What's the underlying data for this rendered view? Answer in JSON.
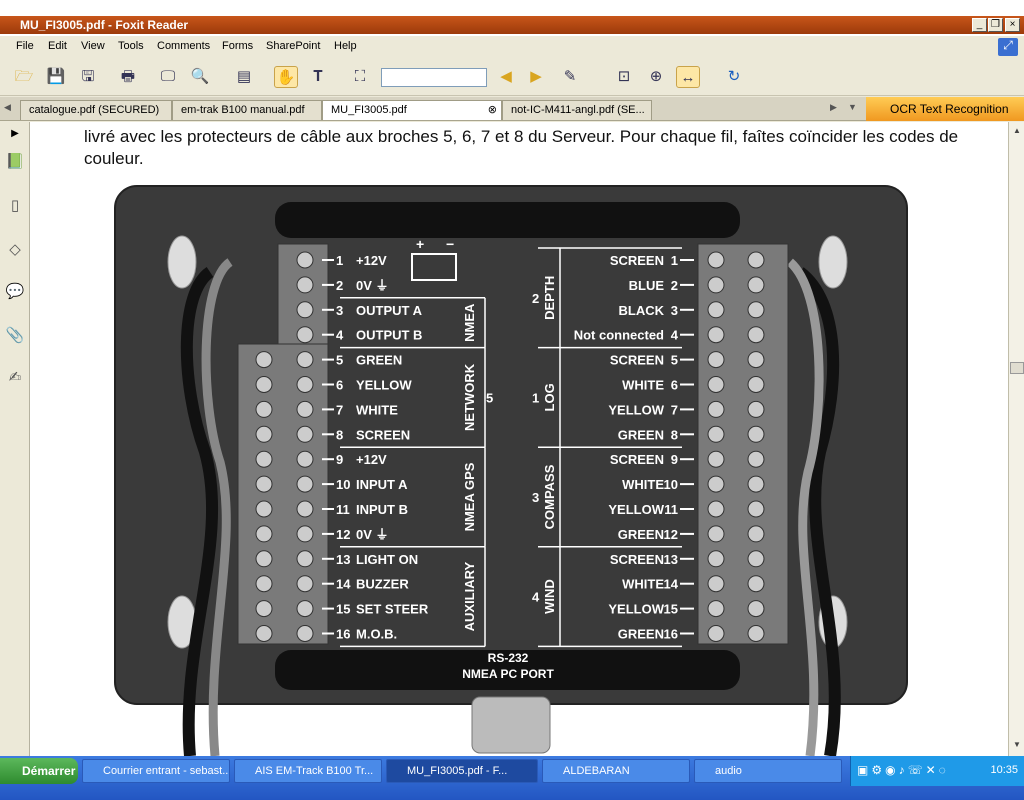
{
  "window": {
    "title": "MU_FI3005.pdf - Foxit Reader"
  },
  "menu": [
    "File",
    "Edit",
    "View",
    "Tools",
    "Comments",
    "Forms",
    "SharePoint",
    "Help"
  ],
  "search": {
    "value": ""
  },
  "tabs": [
    "catalogue.pdf (SECURED)",
    "em-trak B100 manual.pdf",
    "MU_FI3005.pdf",
    "not-IC-M411-angl.pdf (SE..."
  ],
  "ocr_label": "OCR Text Recognition",
  "document": {
    "paragraph": "livré avec les protecteurs de câble aux broches 5, 6, 7 et 8 du Serveur. Pour chaque fil, faîtes coïncider les codes de couleur."
  },
  "diagram": {
    "power": {
      "plus": "+",
      "minus": "−"
    },
    "left_pins": [
      {
        "num": "1",
        "label": "+12V"
      },
      {
        "num": "2",
        "label": "0V ⏚"
      },
      {
        "num": "3",
        "label": "OUTPUT A"
      },
      {
        "num": "4",
        "label": "OUTPUT B"
      },
      {
        "num": "5",
        "label": "GREEN"
      },
      {
        "num": "6",
        "label": "YELLOW"
      },
      {
        "num": "7",
        "label": "WHITE"
      },
      {
        "num": "8",
        "label": "SCREEN"
      },
      {
        "num": "9",
        "label": "+12V"
      },
      {
        "num": "10",
        "label": "INPUT A"
      },
      {
        "num": "11",
        "label": "INPUT B"
      },
      {
        "num": "12",
        "label": "0V ⏚"
      },
      {
        "num": "13",
        "label": "LIGHT ON"
      },
      {
        "num": "14",
        "label": "BUZZER"
      },
      {
        "num": "15",
        "label": "SET STEER"
      },
      {
        "num": "16",
        "label": "M.O.B."
      }
    ],
    "left_groups": [
      {
        "label": "NMEA",
        "num": ""
      },
      {
        "label": "NETWORK",
        "num": "5"
      },
      {
        "label": "NMEA GPS",
        "num": ""
      },
      {
        "label": "AUXILIARY",
        "num": ""
      }
    ],
    "right_pins": [
      {
        "label": "SCREEN",
        "num": "1"
      },
      {
        "label": "BLUE",
        "num": "2"
      },
      {
        "label": "BLACK",
        "num": "3"
      },
      {
        "label": "Not connected",
        "num": "4"
      },
      {
        "label": "SCREEN",
        "num": "5"
      },
      {
        "label": "WHITE",
        "num": "6"
      },
      {
        "label": "YELLOW",
        "num": "7"
      },
      {
        "label": "GREEN",
        "num": "8"
      },
      {
        "label": "SCREEN",
        "num": "9"
      },
      {
        "label": "WHITE",
        "num": "10"
      },
      {
        "label": "YELLOW",
        "num": "11"
      },
      {
        "label": "GREEN",
        "num": "12"
      },
      {
        "label": "SCREEN",
        "num": "13"
      },
      {
        "label": "WHITE",
        "num": "14"
      },
      {
        "label": "YELLOW",
        "num": "15"
      },
      {
        "label": "GREEN",
        "num": "16"
      }
    ],
    "right_groups": [
      {
        "label": "DEPTH",
        "num": "2"
      },
      {
        "label": "LOG",
        "num": "1"
      },
      {
        "label": "COMPASS",
        "num": "3"
      },
      {
        "label": "WIND",
        "num": "4"
      }
    ],
    "port": {
      "line1": "RS-232",
      "line2": "NMEA PC PORT"
    }
  },
  "taskbar": {
    "start": "Démarrer",
    "tasks": [
      "Courrier entrant - sebast...",
      "AIS EM-Track B100 Tr...",
      "MU_FI3005.pdf - F...",
      "ALDEBARAN",
      "audio"
    ],
    "clock": "10:35"
  }
}
